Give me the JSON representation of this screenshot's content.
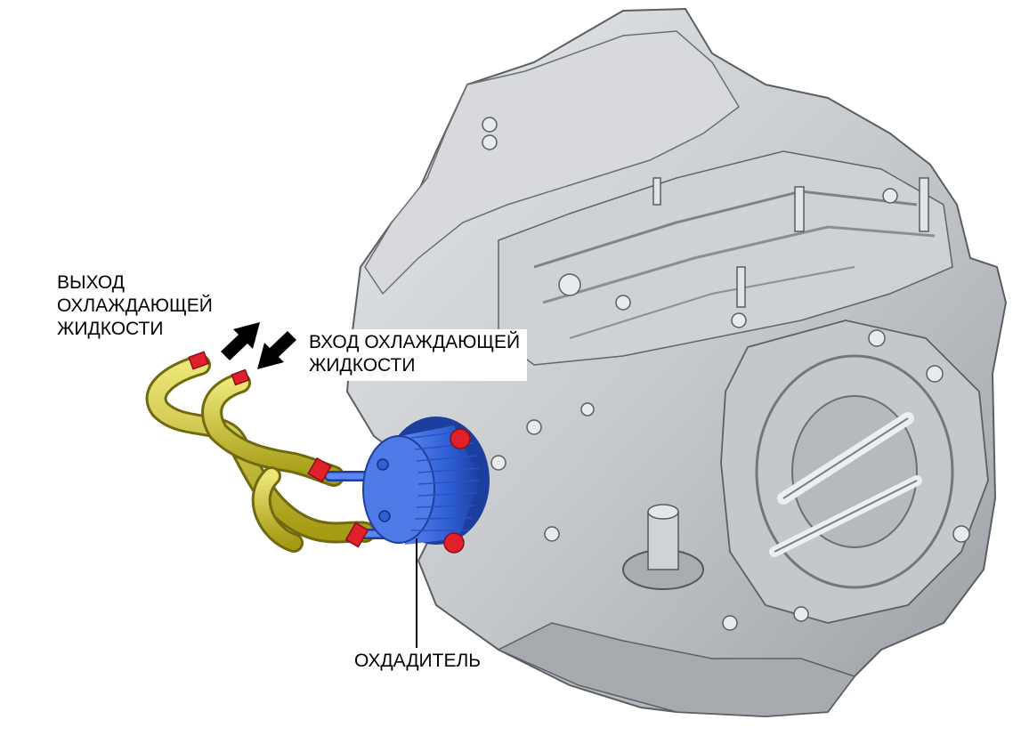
{
  "labels": {
    "outlet": [
      "ВЫХОД",
      "ОХЛАЖДАЮЩЕЙ",
      "ЖИДКОСТИ"
    ],
    "inlet": [
      "ВХОД ОХЛАЖДАЮЩЕЙ",
      "ЖИДКОСТИ"
    ],
    "cooler": "ОХДАДИТЕЛЬ"
  },
  "colors": {
    "transmission_body": "#c9ccd0",
    "transmission_shadow": "#8d9196",
    "cooler": "#2f5fd6",
    "hoses": "#cfc52a",
    "clamps": "#e0202a",
    "arrows": "#000000"
  }
}
